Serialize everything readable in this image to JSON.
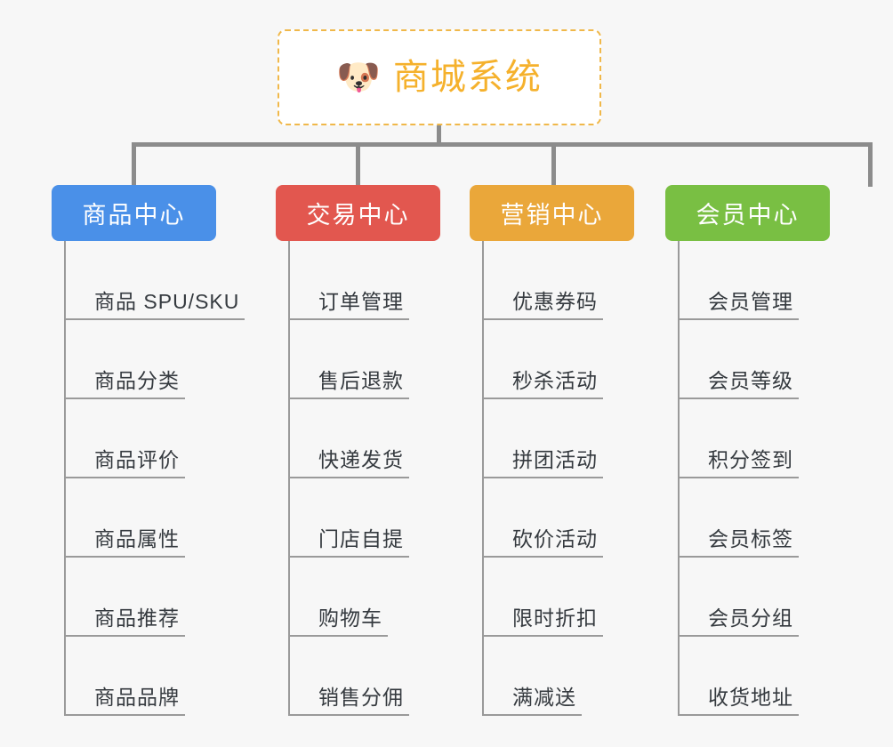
{
  "diagram": {
    "root": {
      "icon": "shiba-dog-face-emoji",
      "icon_glyph": "🐶",
      "title": "商城系统",
      "border_color": "#f0b84a",
      "text_color": "#f5b12c",
      "background": "#ffffff"
    },
    "connector_color": "#8c8c8c",
    "background": "#f7f7f7",
    "branches": [
      {
        "label": "商品中心",
        "color": "#4a90e8",
        "items": [
          "商品 SPU/SKU",
          "商品分类",
          "商品评价",
          "商品属性",
          "商品推荐",
          "商品品牌"
        ]
      },
      {
        "label": "交易中心",
        "color": "#e2574f",
        "items": [
          "订单管理",
          "售后退款",
          "快递发货",
          "门店自提",
          "购物车",
          "销售分佣"
        ]
      },
      {
        "label": "营销中心",
        "color": "#eaa73a",
        "items": [
          "优惠券码",
          "秒杀活动",
          "拼团活动",
          "砍价活动",
          "限时折扣",
          "满减送"
        ]
      },
      {
        "label": "会员中心",
        "color": "#79bf43",
        "items": [
          "会员管理",
          "会员等级",
          "积分签到",
          "会员标签",
          "会员分组",
          "收货地址"
        ]
      }
    ]
  }
}
